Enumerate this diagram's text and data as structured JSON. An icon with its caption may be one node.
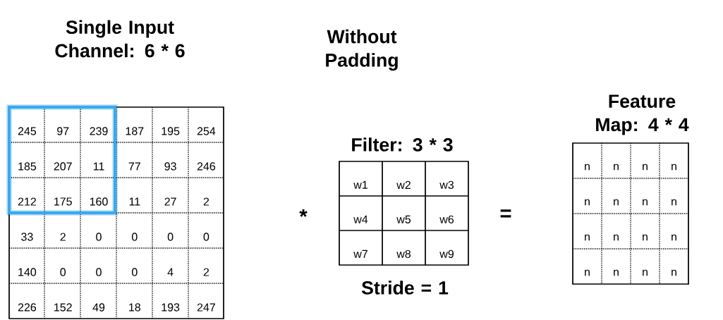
{
  "diagram": {
    "labels": [
      "Single Input Channel: 6 * 6",
      "Without Padding",
      "245",
      "97",
      "239",
      "187",
      "195",
      "254",
      "185",
      "207",
      "11",
      "77",
      "93",
      "246",
      "212",
      "175",
      "160",
      "11",
      "27",
      "2",
      "33",
      "2",
      "0",
      "0",
      "0",
      "0",
      "140",
      "0",
      "0",
      "0",
      "4",
      "2",
      "226",
      "152",
      "49",
      "18",
      "193",
      "247",
      "Filter: 3 * 3",
      "w1",
      "w2",
      "w3",
      "w4",
      "w5",
      "w6",
      "w7",
      "w8",
      "w9",
      "Stride = 1",
      "*",
      "=",
      "Feature Map: 4 * 4",
      "n",
      "n",
      "n",
      "n",
      "n",
      "n",
      "n",
      "n",
      "n",
      "n",
      "n",
      "n",
      "n",
      "n",
      "n",
      "n"
    ]
  }
}
